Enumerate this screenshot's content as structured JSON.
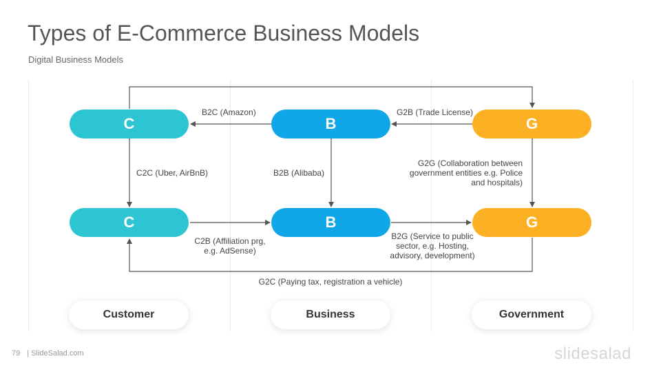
{
  "title": "Types of E-Commerce Business Models",
  "subtitle": "Digital Business Models",
  "nodes": {
    "c_top": "C",
    "b_top": "B",
    "g_top": "G",
    "c_bottom": "C",
    "b_bottom": "B",
    "g_bottom": "G"
  },
  "edges": {
    "b2c": "B2C (Amazon)",
    "g2b": "G2B (Trade License)",
    "c2c": "C2C (Uber, AirBnB)",
    "b2b": "B2B (Alibaba)",
    "g2g": [
      "G2G (Collaboration between",
      "government entities e.g. Police",
      "and hospitals)"
    ],
    "c2b": [
      "C2B (Affiliation prg,",
      "e.g. AdSense)"
    ],
    "b2g": [
      "B2G (Service to public",
      "sector, e.g. Hosting,",
      "advisory, development)"
    ],
    "g2c": "G2C (Paying tax, registration a vehicle)"
  },
  "categories": [
    "Customer",
    "Business",
    "Government"
  ],
  "footer": {
    "page_number": "79",
    "site": "| SlideSalad.com"
  },
  "brand": "slidesalad",
  "colors": {
    "customer": "#2dc5d2",
    "business": "#10a7e8",
    "government": "#fbb123",
    "arrow": "#555555"
  }
}
